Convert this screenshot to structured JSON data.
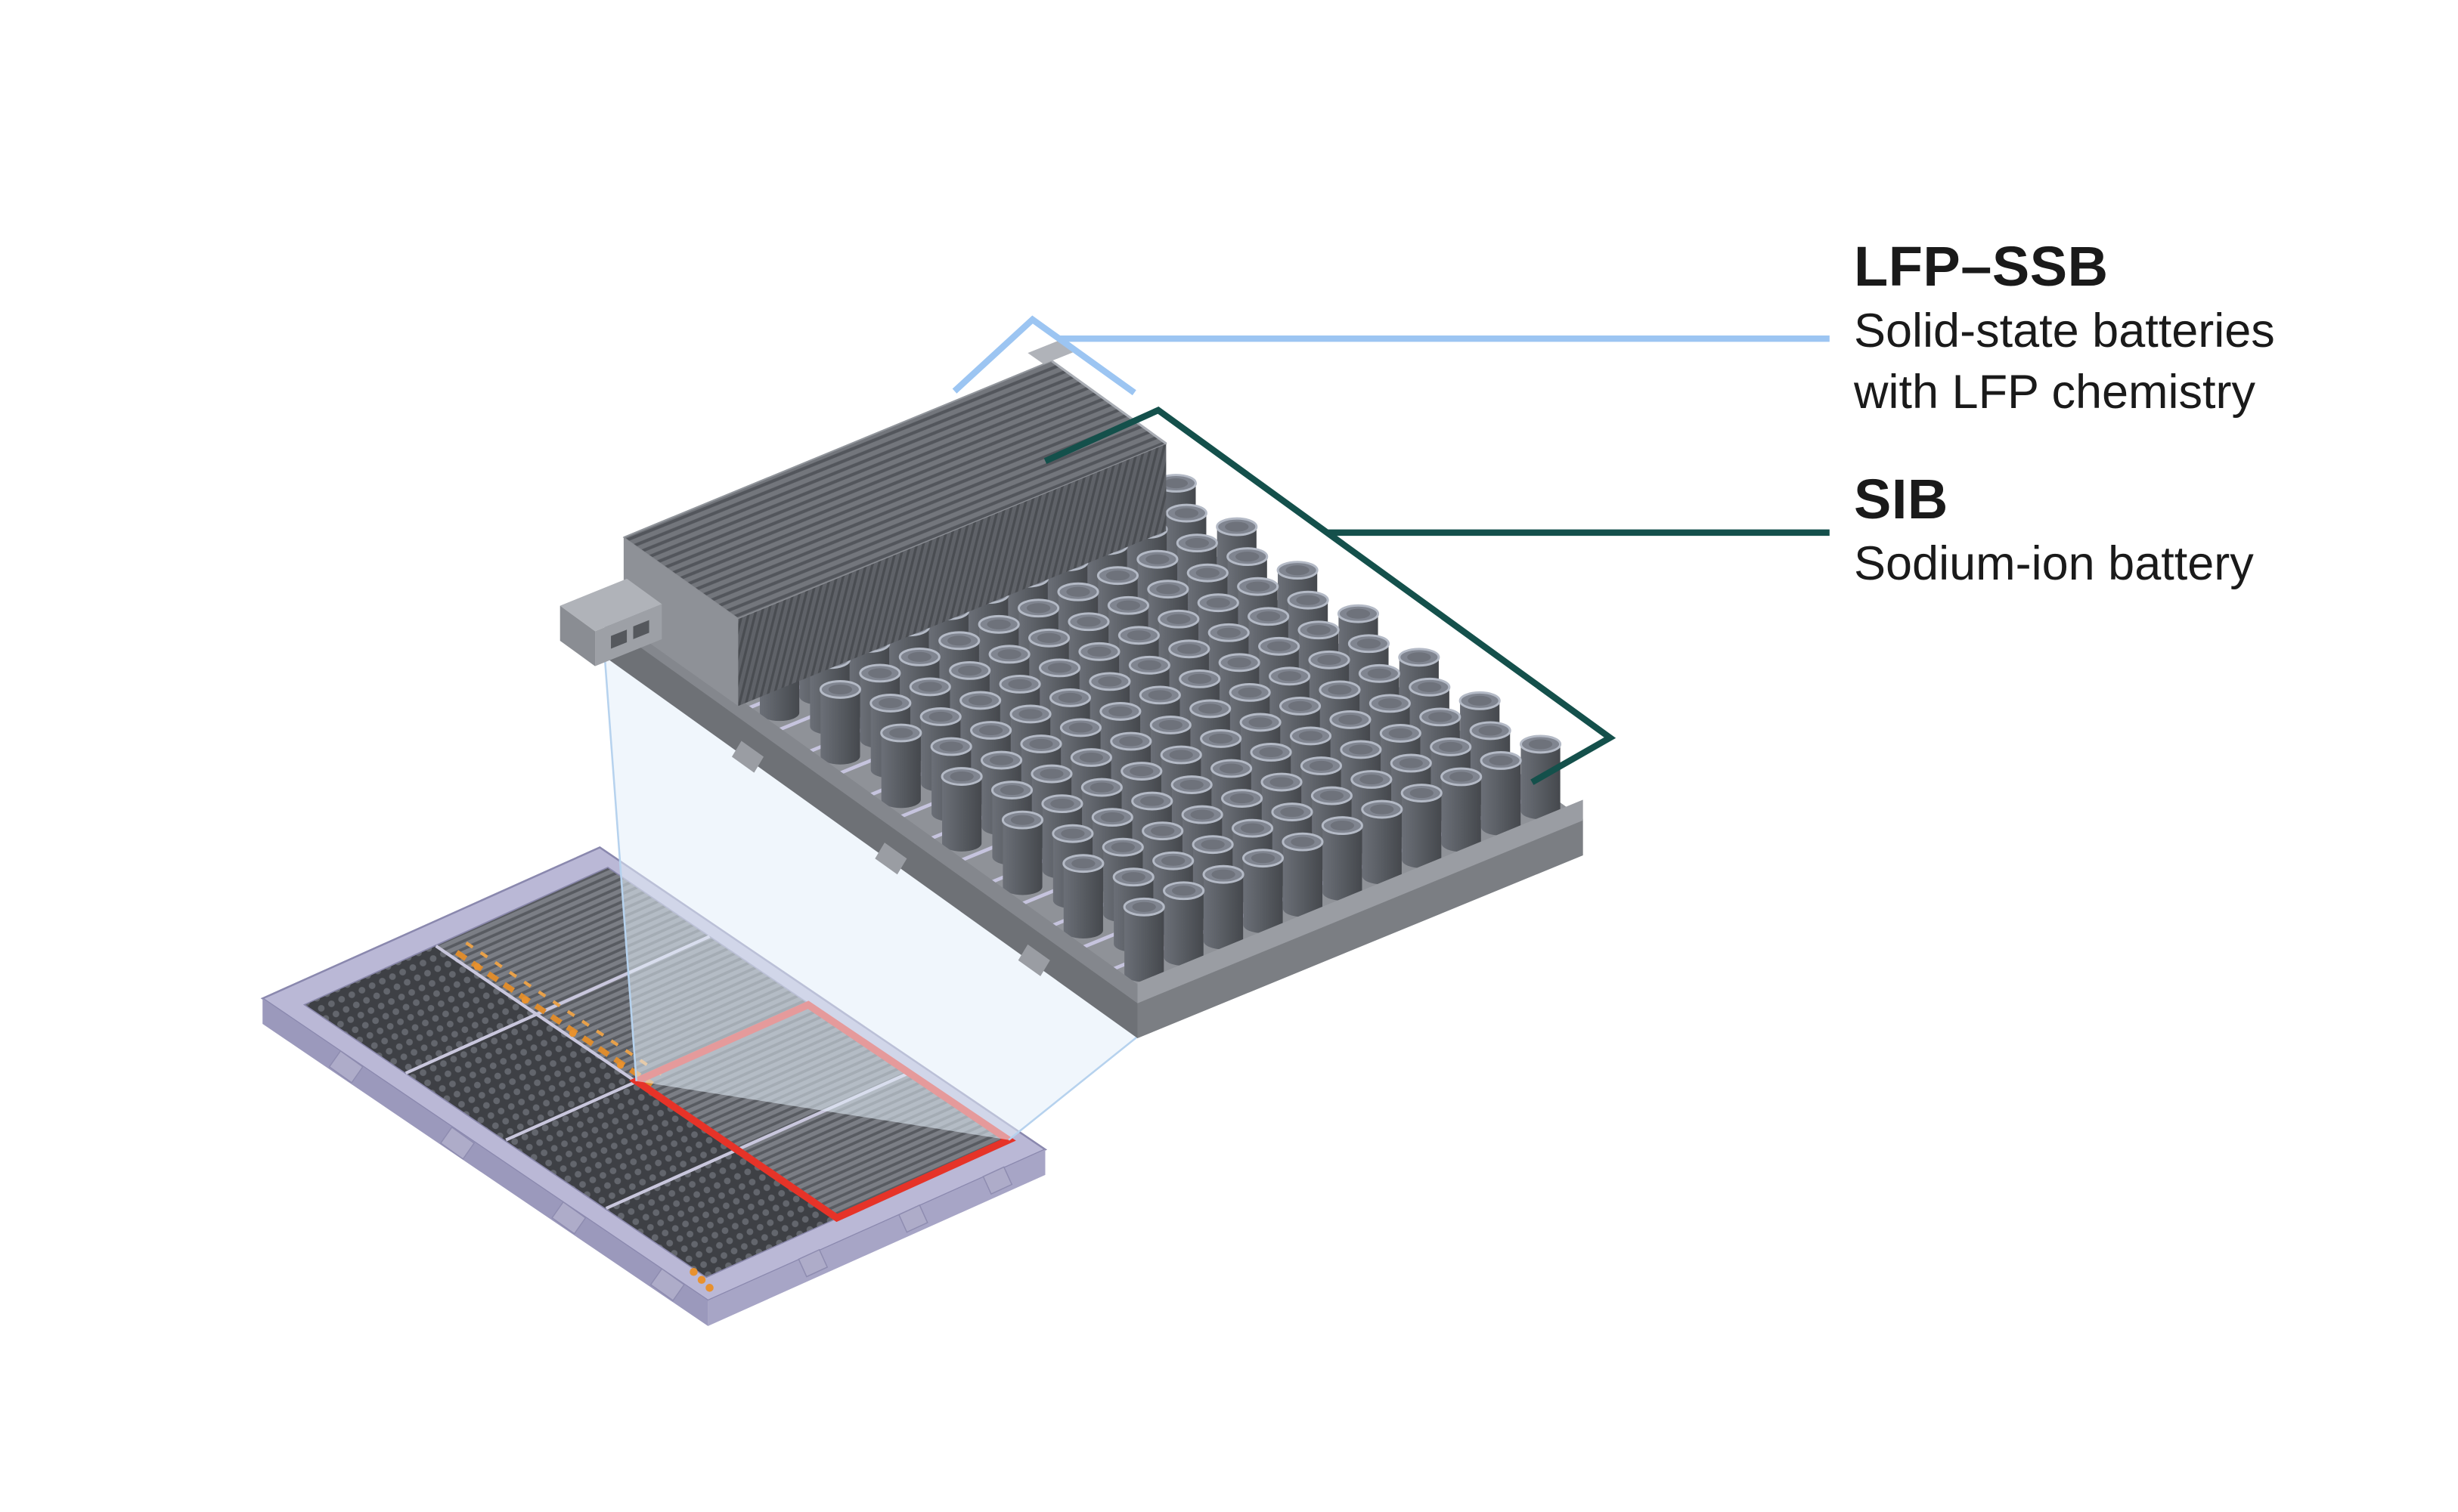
{
  "labels": {
    "lfp": {
      "title": "LFP–SSB",
      "desc_line1": "Solid-state batteries",
      "desc_line2": "with LFP chemistry"
    },
    "sib": {
      "title": "SIB",
      "desc_line1": "Sodium-ion battery"
    }
  },
  "colors": {
    "lfp_callout": "#9cc5f2",
    "sib_callout": "#14504b",
    "module_highlight": "#e63328",
    "projection_beam": "#e4eefa"
  },
  "diagram": {
    "sib_rows": 13,
    "sib_cells_per_row": 11
  }
}
